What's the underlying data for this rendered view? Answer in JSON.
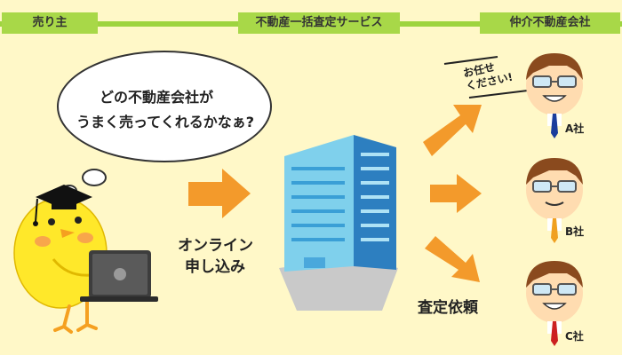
{
  "header": {
    "seller_label": "売り主",
    "service_label": "不動産一括査定サービス",
    "agency_label": "仲介不動産会社"
  },
  "bubble": {
    "line1": "どの不動産会社が",
    "line2": "うまく売ってくれるかなぁ?"
  },
  "steps": {
    "online_line1": "オンライン",
    "online_line2": "申し込み",
    "request": "査定依頼"
  },
  "speech": {
    "line1": "お任せ",
    "line2": "ください!"
  },
  "companies": [
    {
      "label": "A社",
      "tie": "#1a3c9c"
    },
    {
      "label": "B社",
      "tie": "#f0a020"
    },
    {
      "label": "C社",
      "tie": "#cc1f1f"
    }
  ],
  "colors": {
    "header_bg": "#a8d848",
    "arrow": "#f39a2b",
    "background": "#fff8c8"
  }
}
